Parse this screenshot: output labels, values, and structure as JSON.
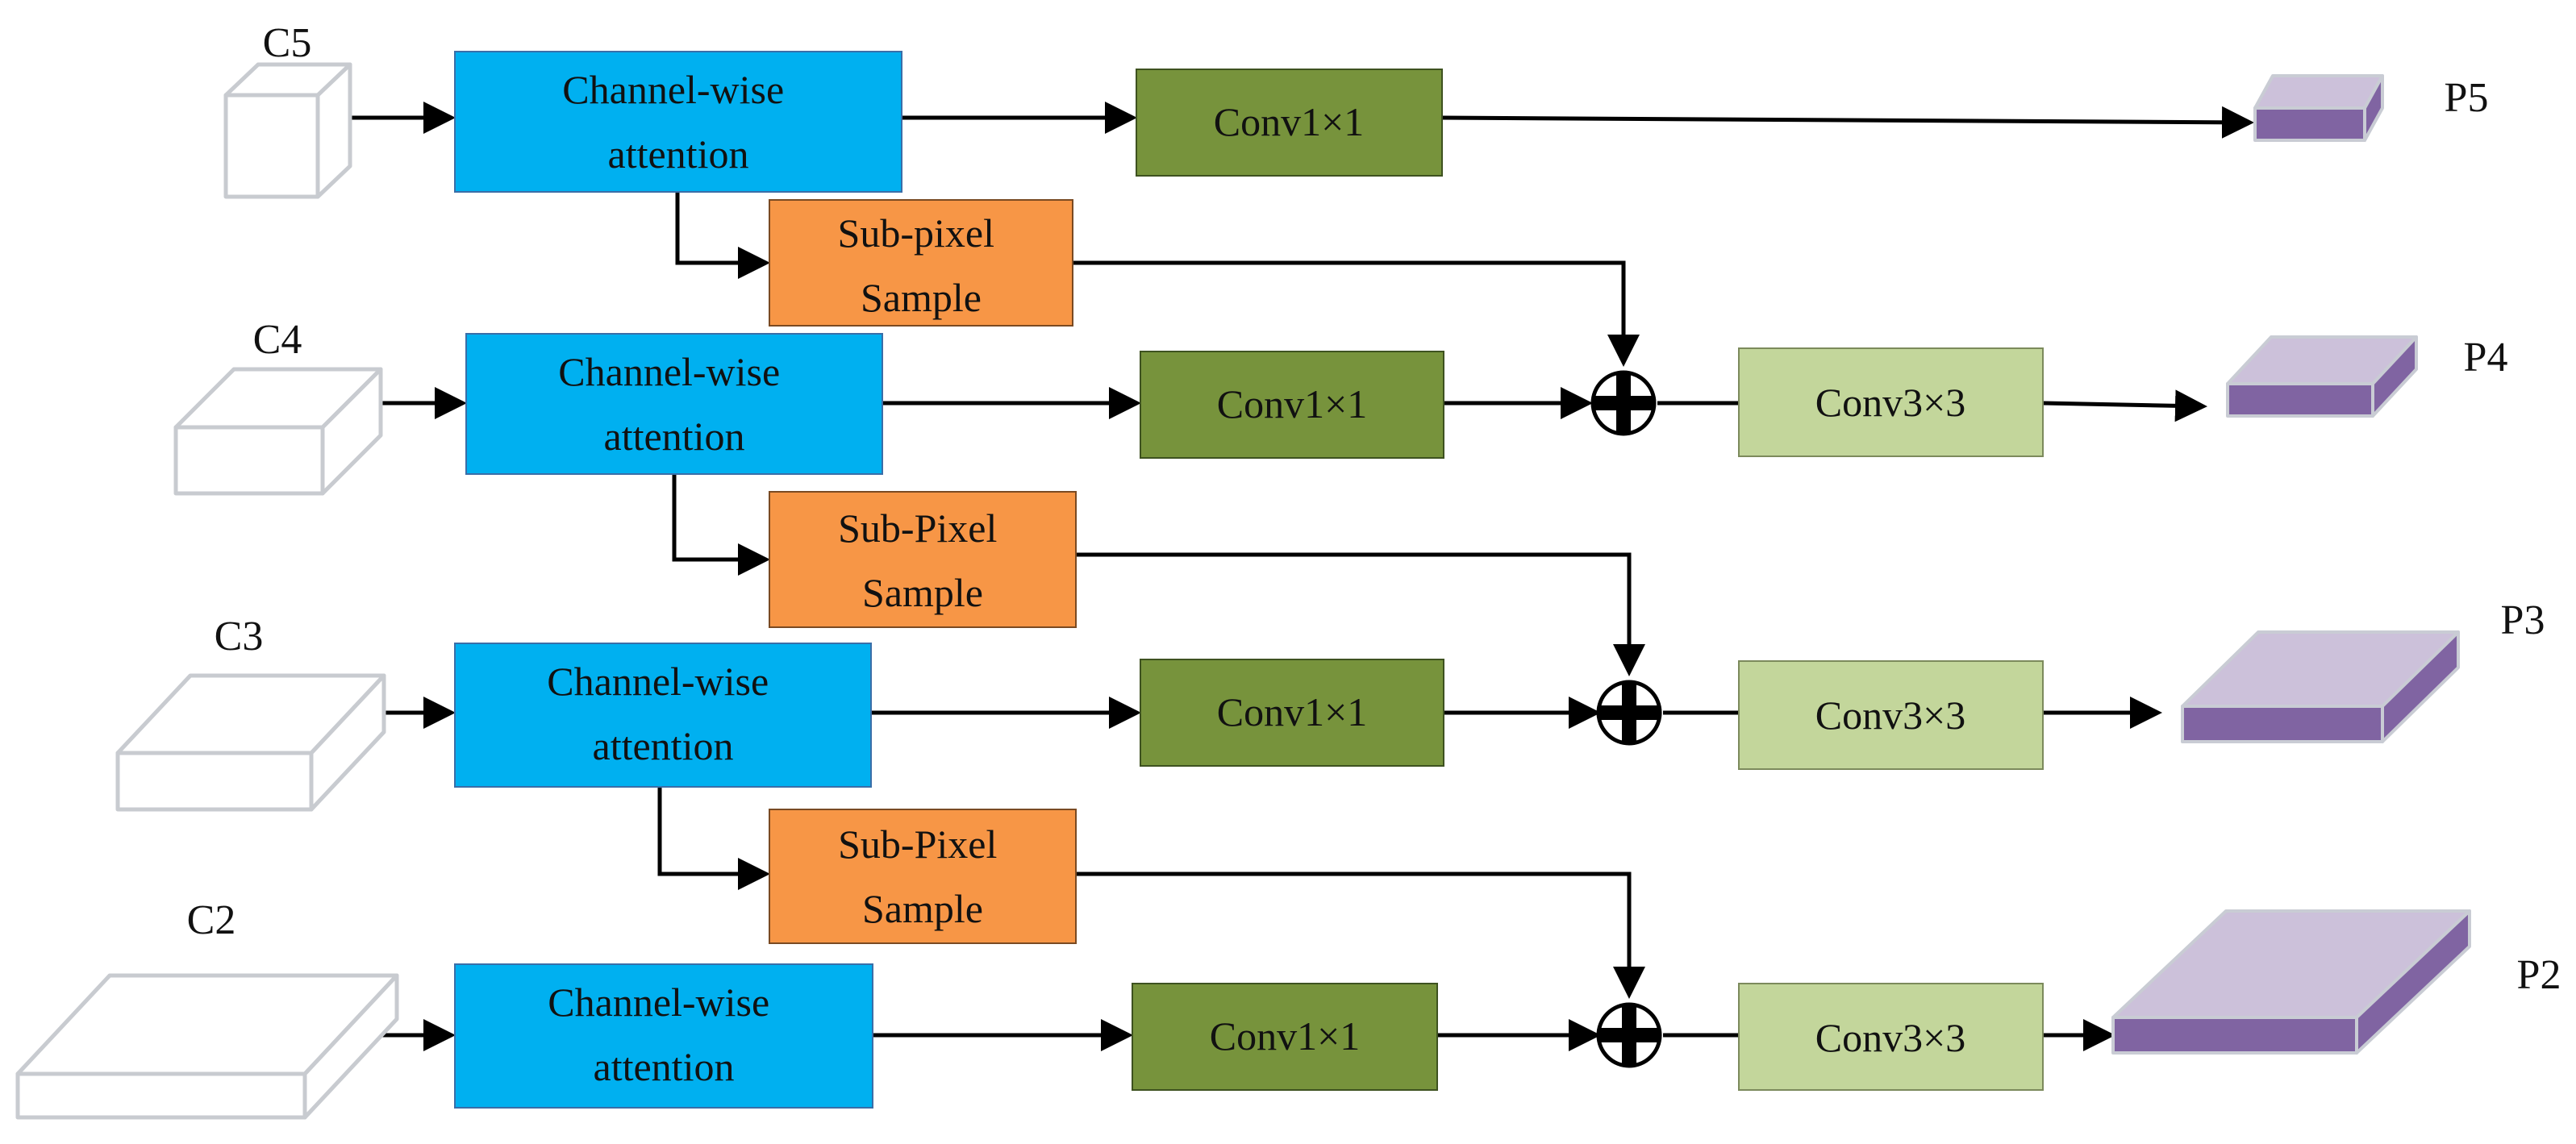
{
  "colors": {
    "attention": "#00B0F0",
    "conv1x1": "#77933C",
    "conv3x3": "#C3D69B",
    "subpixel": "#F79646",
    "input_face": "#FFFFFF",
    "input_edge": "#C8CBD0",
    "output_top": "#CCC1DA",
    "output_side": "#8064A2",
    "line": "#000000"
  },
  "rows": [
    {
      "input": "C5",
      "attention": "Channel-wise attention",
      "conv1": "Conv1×1",
      "upsample": "Sub-pixel Sample",
      "output": "P5"
    },
    {
      "input": "C4",
      "attention": "Channel-wise attention",
      "conv1": "Conv1×1",
      "upsample": "Sub-Pixel Sample",
      "conv3": "Conv3×3",
      "output": "P4"
    },
    {
      "input": "C3",
      "attention": "Channel-wise attention",
      "conv1": "Conv1×1",
      "upsample": "Sub-Pixel Sample",
      "conv3": "Conv3×3",
      "output": "P3"
    },
    {
      "input": "C2",
      "attention": "Channel-wise attention",
      "conv1": "Conv1×1",
      "conv3": "Conv3×3",
      "output": "P2"
    }
  ]
}
